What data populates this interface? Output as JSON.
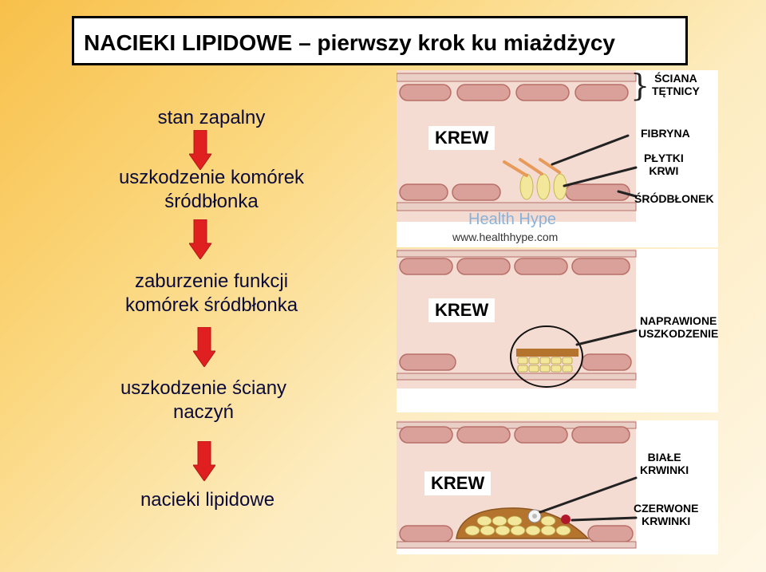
{
  "title": "NACIEKI LIPIDOWE – pierwszy krok ku miażdżycy",
  "steps": [
    "stan zapalny",
    "uszkodzenie komórek\nśródbłonka",
    "zaburzenie funkcji\nkomórek śródbłonka",
    "uszkodzenie ściany\nnaczyń",
    "nacieki lipidowe"
  ],
  "panel1": {
    "blood": "KREW",
    "wall": "ŚCIANA\nTĘTNICY",
    "fibrin": "FIBRYNA",
    "platelets": "PŁYTKI\nKRWI",
    "endothelium": "ŚRÓDBŁONEK",
    "watermark_name": "Health Hype",
    "watermark_url": "www.healthhype.com"
  },
  "panel2": {
    "blood": "KREW",
    "repaired": "NAPRAWIONE\nUSZKODZENIE"
  },
  "panel3": {
    "blood": "KREW",
    "wbc": "BIAŁE\nKRWINKI",
    "rbc": "CZERWONE\nKRWINKI"
  },
  "colors": {
    "arrow": "#e02020",
    "cell": "#d9a19a",
    "cell_dark": "#b86f68",
    "lumen": "#f5dcd2",
    "fat": "#f2e79a",
    "plaque_brown": "#b5742e",
    "text_dark": "#0b0b3a"
  }
}
